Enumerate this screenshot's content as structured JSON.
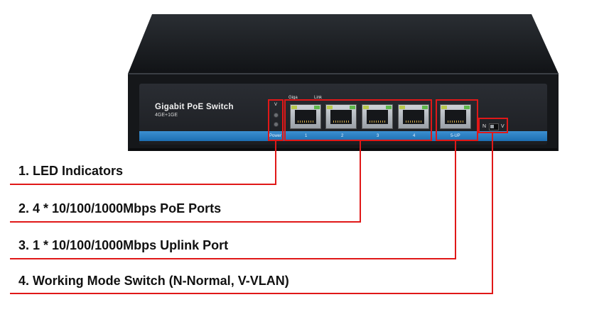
{
  "device": {
    "brand": "Gigabit  PoE Switch",
    "model": "4GE+1GE",
    "led_labels": [
      "V"
    ],
    "power_label": "Power",
    "port_header_left": "Giga",
    "port_header_right": "Link",
    "port_numbers": [
      "1",
      "2",
      "3",
      "4"
    ],
    "uplink_label": "5-UP",
    "mode_switch": {
      "left": "N",
      "right": "V"
    }
  },
  "annotations": [
    {
      "text": "1. LED Indicators"
    },
    {
      "text": "2. 4 * 10/100/1000Mbps PoE Ports"
    },
    {
      "text": "3. 1 * 10/100/1000Mbps Uplink Port"
    },
    {
      "text": "4. Working Mode Switch (N-Normal, V-VLAN)"
    }
  ],
  "colors": {
    "annotation_red": "#e01818",
    "panel_blue": "#1d6fb3",
    "chassis": "#1f2226"
  }
}
